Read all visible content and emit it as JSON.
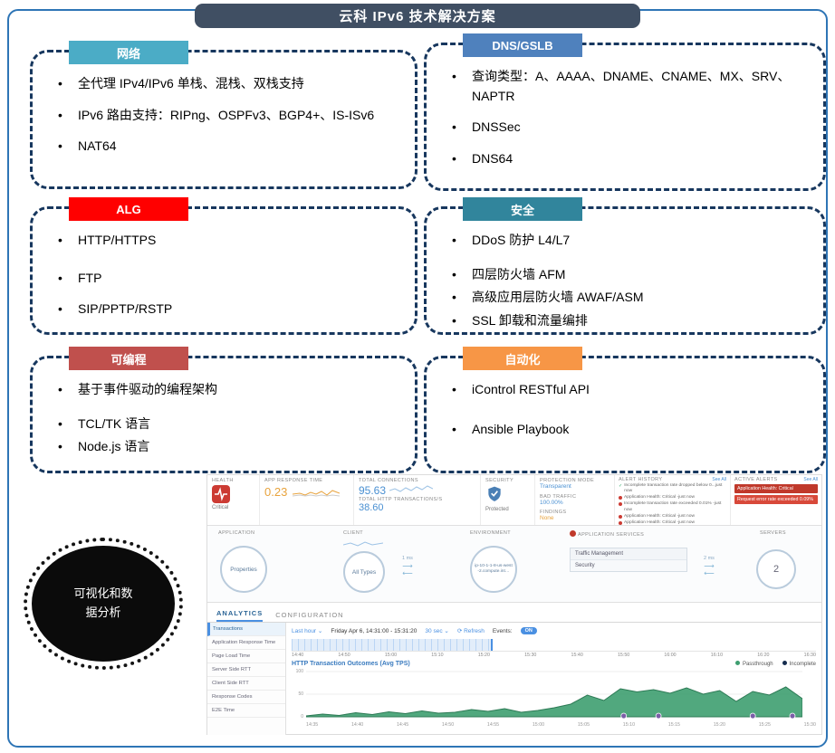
{
  "title": "云科 IPv6 技术解决方案",
  "boxes": [
    {
      "label": "网络",
      "color": "#4BACC6",
      "bullets": [
        "全代理 IPv4/IPv6 单栈、混栈、双栈支持",
        "IPv6 路由支持：RIPng、OSPFv3、BGP4+、IS-ISv6",
        "NAT64"
      ]
    },
    {
      "label": "DNS/GSLB",
      "color": "#4F81BD",
      "bullets": [
        "查询类型：A、AAAA、DNAME、CNAME、MX、SRV、NAPTR",
        "DNSSec",
        "DNS64"
      ]
    },
    {
      "label": "ALG",
      "color": "#FF0000",
      "bullets": [
        "HTTP/HTTPS",
        "FTP",
        "SIP/PPTP/RSTP"
      ]
    },
    {
      "label": "安全",
      "color": "#31859C",
      "bullets": [
        "DDoS 防护 L4/L7",
        "四层防火墙 AFM",
        "高级应用层防火墙 AWAF/ASM",
        "SSL 卸载和流量编排"
      ]
    },
    {
      "label": "可编程",
      "color": "#C0504D",
      "bullets": [
        "基于事件驱动的编程架构",
        "TCL/TK 语言",
        "Node.js 语言"
      ]
    },
    {
      "label": "自动化",
      "color": "#F79646",
      "bullets": [
        "iControl RESTful API",
        "Ansible Playbook"
      ]
    }
  ],
  "ellipse": {
    "line1": "可视化和数",
    "line2": "据分析"
  },
  "dashboard": {
    "health": {
      "label": "HEALTH",
      "status": "Critical"
    },
    "app_response_time": {
      "label": "APP RESPONSE TIME",
      "value": "0.23"
    },
    "connections": {
      "label": "TOTAL CONNECTIONS",
      "value": "95.63",
      "label2": "TOTAL HTTP TRANSACTIONS/s",
      "value2": "38.60"
    },
    "security": {
      "label": "SECURITY",
      "status": "Protected"
    },
    "protection": {
      "mode_label": "PROTECTION MODE",
      "mode": "Transparent",
      "bad_label": "BAD TRAFFIC",
      "bad": "100.00%",
      "findings_label": "FINDINGS",
      "findings": "None"
    },
    "alert_history": {
      "label": "ALERT HISTORY",
      "see_all": "See All",
      "items": [
        "Incomplete transaction rate dropped below 0...just now",
        "Application Health: Critical -just now",
        "Incomplete transaction rate exceeded 0.01% -just now",
        "Application Health: Critical -just now",
        "Application Health: Critical -just now"
      ]
    },
    "active_alerts": {
      "label": "ACTIVE ALERTS",
      "see_all": "See All",
      "items": [
        "Application Health: Critical",
        "Request error rate exceeded 0.09%"
      ]
    },
    "topology": {
      "application_label": "APPLICATION",
      "application": "Properties",
      "client_label": "CLIENT",
      "client": "All Types",
      "client_latency": "1 ms",
      "environment_label": "ENVIRONMENT",
      "environment": "ip-10-1-1-8-us-west-2.compute.int…",
      "services_label": "APPLICATION SERVICES",
      "services": [
        "Traffic Management",
        "Security"
      ],
      "servers_label": "SERVERS",
      "servers": "2",
      "server_latency": "2 ms"
    },
    "tabs": [
      "ANALYTICS",
      "CONFIGURATION"
    ],
    "sidebar": [
      "Transactions",
      "Application Response Time",
      "Page Load Time",
      "Server Side RTT",
      "Client Side RTT",
      "Response Codes",
      "E2E Time"
    ],
    "toolbar": {
      "range": "Last hour",
      "date": "Friday Apr 6, 14:31:00 - 15:31:20",
      "interval": "30 sec",
      "refresh": "Refresh",
      "events_label": "Events:",
      "events_state": "ON"
    },
    "timeline_ticks": [
      "14:40",
      "14:50",
      "15:00",
      "15:10",
      "15:20",
      "15:30",
      "15:40",
      "15:50",
      "16:00",
      "16:10",
      "16:20",
      "16:30"
    ]
  },
  "chart_data": {
    "type": "area",
    "title": "HTTP Transaction Outcomes (Avg TPS)",
    "legend": [
      {
        "name": "Passthrough",
        "color": "#3e9e70"
      },
      {
        "name": "Incomplete",
        "color": "#152c4e"
      }
    ],
    "x": [
      "14:32",
      "14:34",
      "14:36",
      "14:38",
      "14:40",
      "14:42",
      "14:44",
      "14:46",
      "14:48",
      "14:50",
      "14:52",
      "14:54",
      "14:56",
      "14:58",
      "15:00",
      "15:02",
      "15:04",
      "15:06",
      "15:08",
      "15:10",
      "15:12",
      "15:14",
      "15:16",
      "15:18",
      "15:20",
      "15:22",
      "15:24",
      "15:26",
      "15:28",
      "15:30",
      "15:31"
    ],
    "series": [
      {
        "name": "Passthrough",
        "values": [
          2,
          6,
          3,
          9,
          5,
          11,
          7,
          13,
          8,
          10,
          16,
          12,
          18,
          10,
          14,
          20,
          28,
          48,
          36,
          62,
          55,
          60,
          52,
          64,
          50,
          58,
          34,
          56,
          48,
          66,
          40
        ]
      }
    ],
    "ylim": [
      0,
      100
    ],
    "yticks": [
      0,
      50,
      100
    ],
    "xticks": [
      "14:35",
      "14:40",
      "14:45",
      "14:50",
      "14:55",
      "15:00",
      "15:05",
      "15:10",
      "15:15",
      "15:20",
      "15:25",
      "15:30"
    ],
    "event_markers": [
      0.64,
      0.71,
      0.9,
      0.98
    ],
    "grid": true,
    "legend_position": "top-right"
  }
}
